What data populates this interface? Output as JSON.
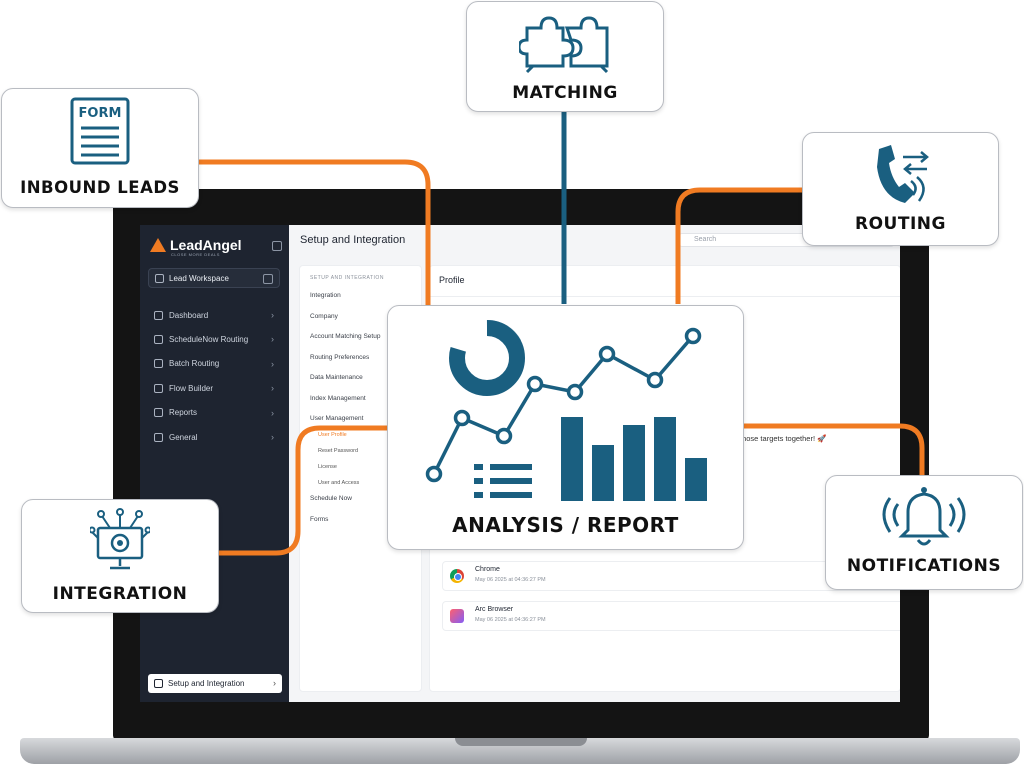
{
  "app": {
    "brand_name": "LeadAngel",
    "brand_tagline": "CLOSE MORE DEALS",
    "workspace": "Lead Workspace",
    "nav_items": [
      "Dashboard",
      "ScheduleNow Routing",
      "Batch Routing",
      "Flow Builder",
      "Reports",
      "General"
    ],
    "setup_button": "Setup and Integration",
    "page_title": "Setup and Integration",
    "search_placeholder": "Search",
    "submenu_heading": "SETUP AND INTEGRATION",
    "submenu": [
      "Integration",
      "Company",
      "Account Matching Setup",
      "Routing Preferences",
      "Data Maintenance",
      "Index Management",
      "User Management"
    ],
    "user_submenu": [
      "User Profile",
      "Reset Password",
      "License",
      "User and Access"
    ],
    "submenu_tail": [
      "Schedule Now",
      "Forms"
    ],
    "panel_title": "Profile",
    "message_fragment": "hit those targets together! 🚀",
    "sessions": [
      {
        "name": "Chrome",
        "date": "May 06 2025 at 04:36:27 PM"
      },
      {
        "name": "Arc Browser",
        "date": "May 06 2025 at 04:36:27 PM"
      }
    ]
  },
  "callouts": {
    "inbound_leads": "INBOUND LEADS",
    "form_icon_text": "FORM",
    "matching": "MATCHING",
    "routing": "ROUTING",
    "integration": "INTEGRATION",
    "notifications": "NOTIFICATIONS",
    "analysis": "ANALYSIS / REPORT"
  },
  "colors": {
    "accent_orange": "#f07b22",
    "icon_blue": "#1a5f80",
    "sidebar": "#1e2430"
  }
}
